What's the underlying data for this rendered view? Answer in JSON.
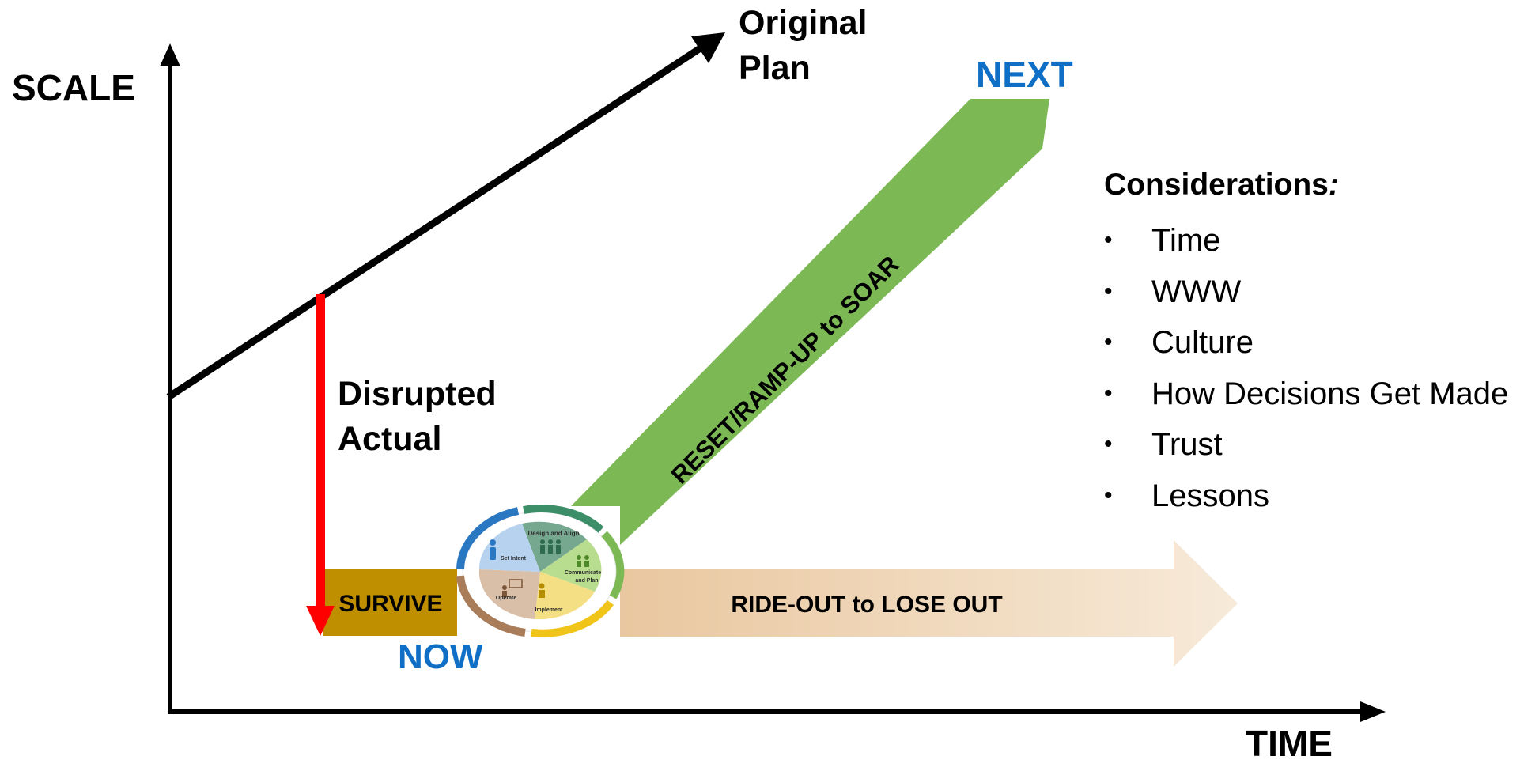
{
  "axes": {
    "y_label": "SCALE",
    "x_label": "TIME"
  },
  "labels": {
    "original_plan_line1": "Original",
    "original_plan_line2": "Plan",
    "disrupted_line1": "Disrupted",
    "disrupted_line2": "Actual",
    "now": "NOW",
    "next": "NEXT",
    "survive": "SURVIVE",
    "ride_out": "RIDE-OUT to LOSE OUT",
    "reset": "RESET/RAMP-UP to SOAR"
  },
  "cycle": {
    "segments": [
      "Design and Align",
      "Communicate and Plan",
      "Implement",
      "Operate",
      "Set Intent"
    ]
  },
  "considerations": {
    "title": "Considerations",
    "title_suffix": ":",
    "items": [
      "Time",
      "WWW",
      "Culture",
      "How Decisions Get Made",
      "Trust",
      "Lessons"
    ]
  },
  "colors": {
    "axis": "#000000",
    "disruption_arrow": "#ff0000",
    "survive_box": "#bf8f00",
    "ride_out_arrow": "#f1d9bd",
    "reset_arrow": "#7cb955",
    "now_next_text": "#0f6fc6",
    "cycle_design": "#76a88f",
    "cycle_communicate": "#92d050",
    "cycle_implement": "#f5d132",
    "cycle_operate": "#a97c5a",
    "cycle_setintent": "#2b78c2"
  }
}
